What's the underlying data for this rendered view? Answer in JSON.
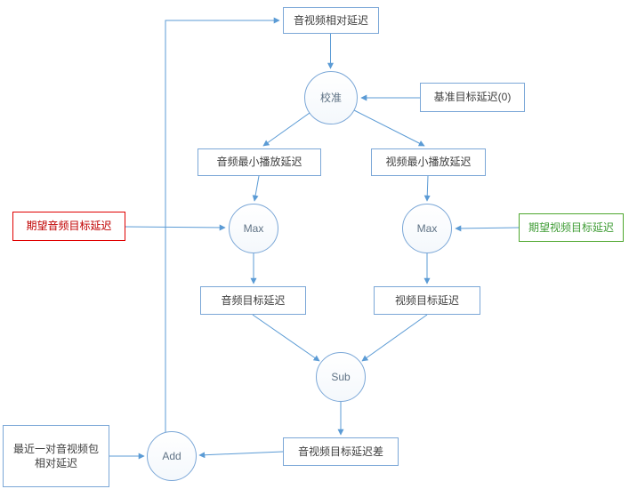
{
  "nodes": {
    "av_relative_delay": "音视频相对延迟",
    "calibrate": "校准",
    "baseline_target_delay": "基准目标延迟(0)",
    "audio_min_play_delay": "音频最小播放延迟",
    "video_min_play_delay": "视频最小播放延迟",
    "max_audio": "Max",
    "max_video": "Max",
    "expected_audio_target_delay": "期望音频目标延迟",
    "expected_video_target_delay": "期望视频目标延迟",
    "audio_target_delay": "音频目标延迟",
    "video_target_delay": "视频目标延迟",
    "sub": "Sub",
    "av_target_delay_diff": "音视频目标延迟差",
    "add": "Add",
    "recent_av_pair_relative_delay": "最近一对音视频包相对延迟"
  },
  "colors": {
    "node_border": "#7ba7d7",
    "arrow": "#5b9bd5",
    "red_border": "#e00000",
    "red_text": "#c00000",
    "green_border": "#4ea72e",
    "green_text": "#3f9c35",
    "background": "#ffffff"
  }
}
